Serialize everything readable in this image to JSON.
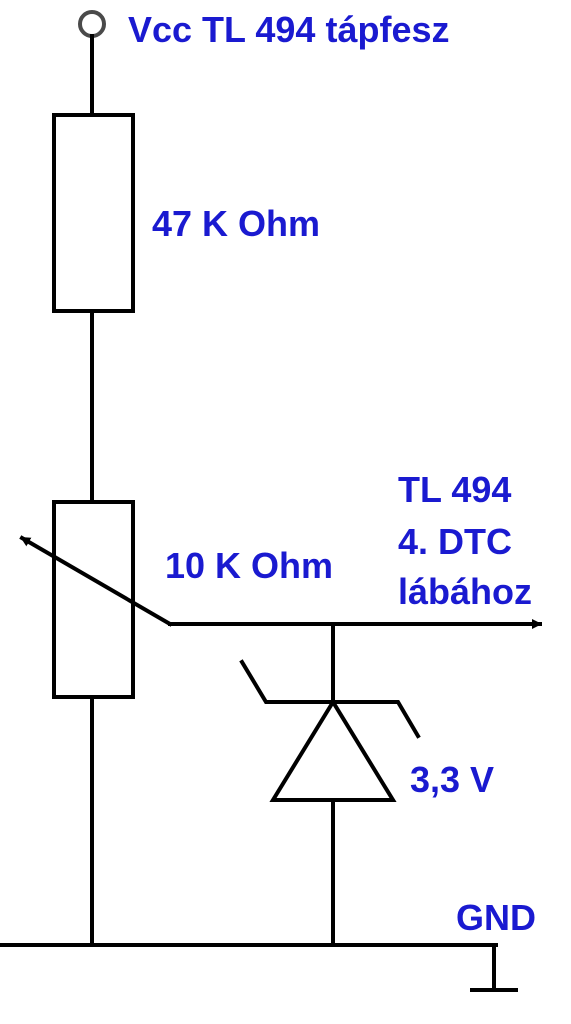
{
  "labels": {
    "vcc": "Vcc TL 494 tápfesz",
    "r1": "47 K Ohm",
    "pot": "10 K Ohm",
    "out_line1": "TL 494",
    "out_line2": "4. DTC",
    "out_line3": "lábához",
    "zener": "3,3 V",
    "gnd": "GND"
  },
  "colors": {
    "text": "#1a1ad0",
    "wire": "#000000",
    "background": "#ffffff"
  }
}
